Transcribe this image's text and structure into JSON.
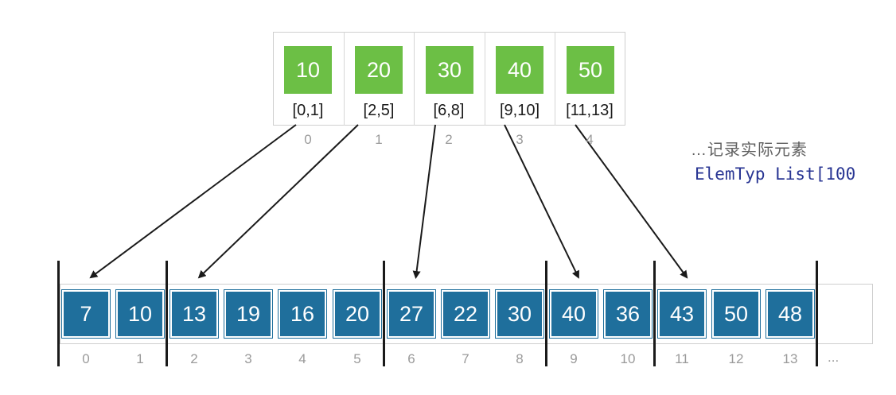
{
  "top_values": [
    "10",
    "20",
    "30",
    "40",
    "50"
  ],
  "top_ranges": [
    "[0,1]",
    "[2,5]",
    "[6,8]",
    "[9,10]",
    "[11,13]"
  ],
  "top_indices": [
    "0",
    "1",
    "2",
    "3",
    "4"
  ],
  "bottom_values": [
    "7",
    "10",
    "13",
    "19",
    "16",
    "20",
    "27",
    "22",
    "30",
    "40",
    "36",
    "43",
    "50",
    "48"
  ],
  "bottom_indices": [
    "0",
    "1",
    "2",
    "3",
    "4",
    "5",
    "6",
    "7",
    "8",
    "9",
    "10",
    "11",
    "12",
    "13"
  ],
  "ellipsis": "...",
  "side_text_cn": "…记录实际元素",
  "side_text_code": "ElemTyp List[100",
  "colors": {
    "top_box": "#6cbf45",
    "bottom_box": "#1f6f9c",
    "arrow": "#1a1a1a",
    "index_text": "#9a9a9a"
  },
  "links": [
    {
      "from": 0,
      "to": 0
    },
    {
      "from": 1,
      "to": 2
    },
    {
      "from": 2,
      "to": 6
    },
    {
      "from": 3,
      "to": 9
    },
    {
      "from": 4,
      "to": 11
    }
  ],
  "group_starts": [
    0,
    2,
    6,
    9,
    11,
    14
  ]
}
